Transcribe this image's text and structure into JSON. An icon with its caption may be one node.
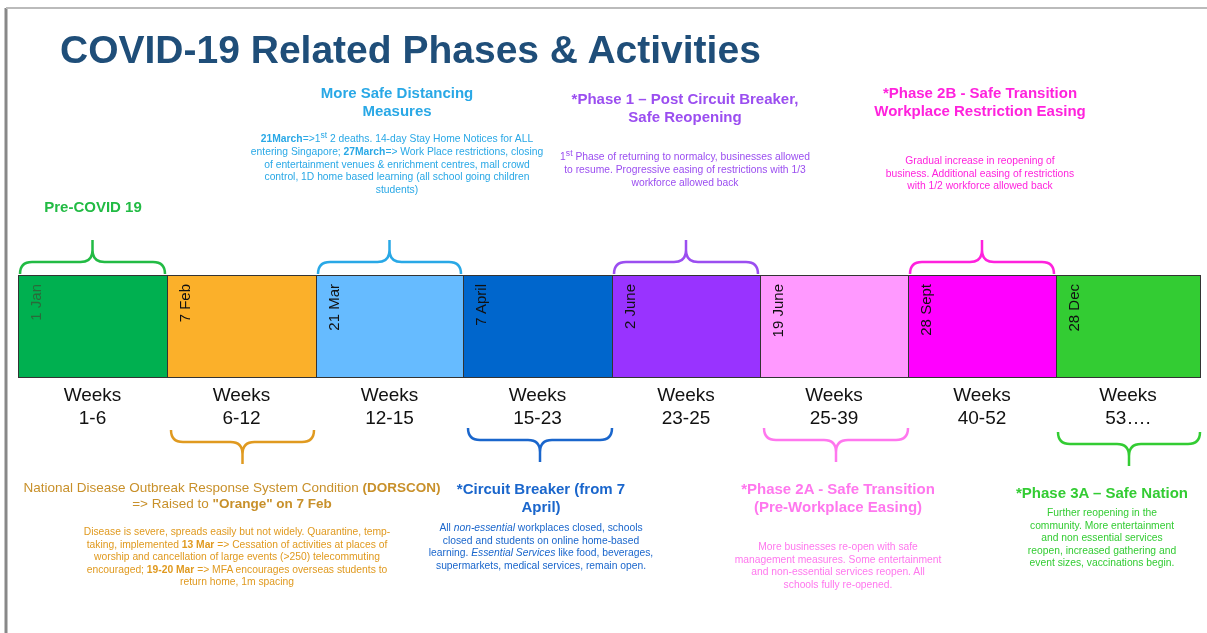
{
  "diagram": {
    "title": "COVID-19 Related Phases & Activities",
    "nodes": [
      {
        "text": [
          "1 Jan"
        ],
        "beside": [
          "Weeks 1-6"
        ]
      },
      {
        "text": [
          "7 Feb"
        ],
        "beside": [
          "Weeks 6-12"
        ]
      },
      {
        "text": [
          "21 Mar"
        ],
        "beside": [
          "Weeks 12-15"
        ]
      },
      {
        "text": [
          "7 April"
        ],
        "beside": [
          "Weeks 15-23"
        ]
      },
      {
        "text": [
          "2 June"
        ],
        "beside": [
          "Weeks 23-25"
        ]
      },
      {
        "text": [
          "19 June"
        ],
        "beside": [
          "Weeks 25-39"
        ]
      },
      {
        "text": [
          "28 Sept"
        ],
        "beside": [
          "Weeks 40-52"
        ]
      },
      {
        "text": [
          "28 Dec"
        ],
        "beside": [
          "Weeks 53…."
        ]
      }
    ],
    "edges": [],
    "labels": [
      "More Safe Distancing Measures",
      "**21March**=>1$^{st}$ 2 deaths. 14-day Stay Home Notices for ALL entering Singapore; **27March**=> Work Place restrictions, closing of entertainment venues & enrichment centres, mall crowd control, 1D home based learning (all school going children students)",
      "*Phase 1 – Post Circuit Breaker, Safe Reopening",
      "1$^{st}$ Phase of returning to normalcy, businesses allowed to resume. Progressive easing of restrictions with 1/3 workforce allowed back",
      "*Phase 2B - Safe Transition Workplace Restriction Easing",
      "Gradual increase in reopening of business. Additional easing of restrictions with 1/2 workforce allowed back",
      "Pre-COVID 19",
      "National Disease Outbreak Response System Condition **(DORSCON)** => Raised to **\"Orange\" on 7 Feb**",
      "Disease is severe, spreads easily but not widely. Quarantine, temp-taking, implemented **13 Mar** => Cessation of activities at places of worship and cancellation of large events (>250) telecommuting encouraged; **19-20 Mar** => MFA encourages overseas students to return home, 1m spacing",
      "*Circuit Breaker (from 7 April)",
      "All *non-essential* workplaces closed, schools closed and students on online home-based learning. *Essential Services* like food, beverages, supermarkets, medical services, remain open.",
      "*Phase 2A - Safe Transition (Pre-Workplace Easing)",
      "More businesses re-open with safe management measures. Some entertainment and non-essential services reopen. All schools fully re-opened.",
      "*Phase 3A – Safe Nation",
      "Further reopening in the community. More entertainment and non essential services reopen, increased gathering and event sizes, vaccinations begin."
    ]
  }
}
